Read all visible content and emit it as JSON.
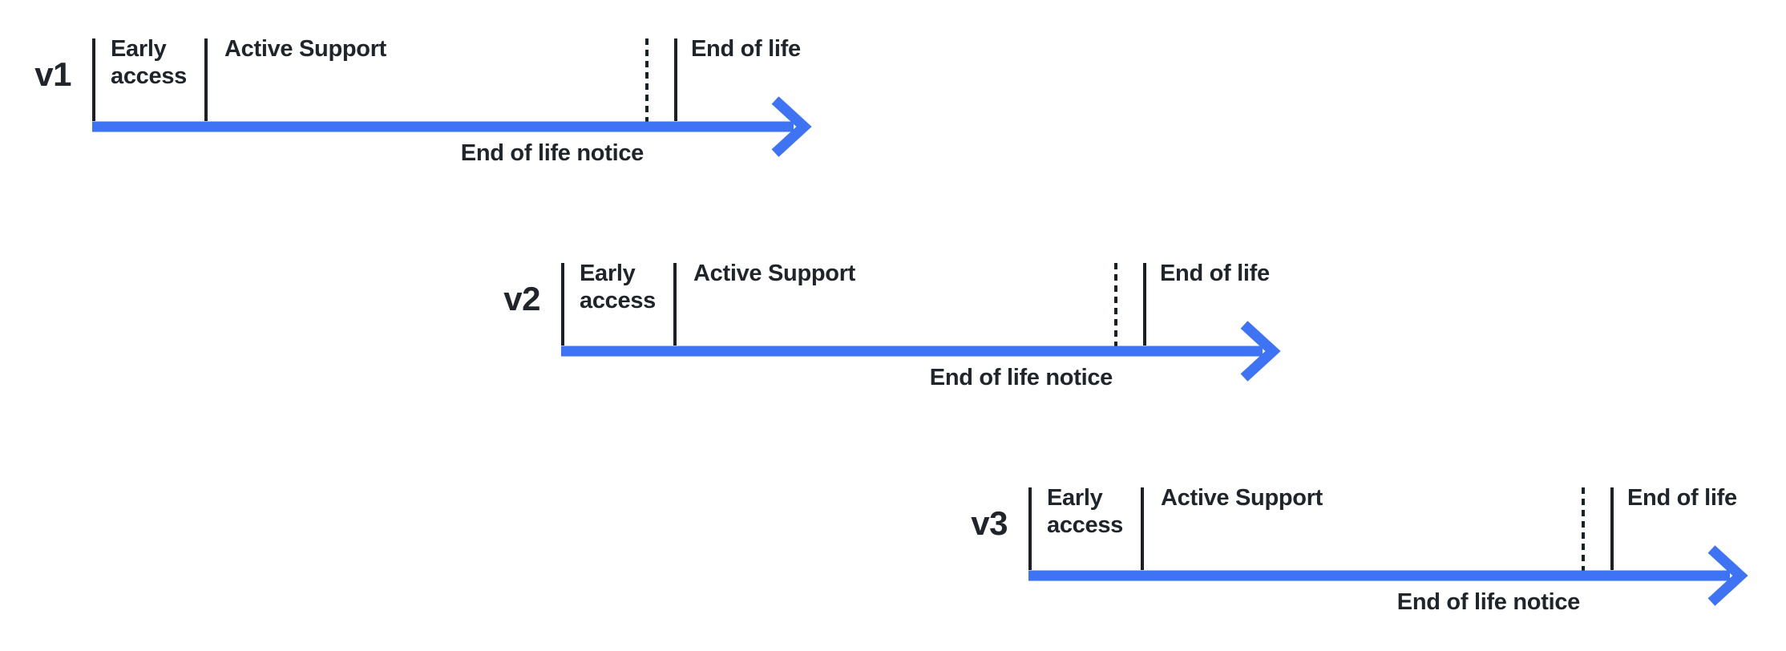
{
  "diagram": {
    "colors": {
      "arrow_blue": "#3E73F4",
      "line_dark": "#1B1F26",
      "text_dark": "#20242B",
      "background": "#FFFFFF"
    },
    "timelines": [
      {
        "version": "v1",
        "phases": {
          "early_access": "Early access",
          "active_support": "Active Support",
          "end_of_life": "End of life",
          "end_of_life_notice": "End of life notice"
        }
      },
      {
        "version": "v2",
        "phases": {
          "early_access": "Early access",
          "active_support": "Active Support",
          "end_of_life": "End of life",
          "end_of_life_notice": "End of life notice"
        }
      },
      {
        "version": "v3",
        "phases": {
          "early_access": "Early access",
          "active_support": "Active Support",
          "end_of_life": "End of life",
          "end_of_life_notice": "End of life notice"
        }
      }
    ]
  }
}
